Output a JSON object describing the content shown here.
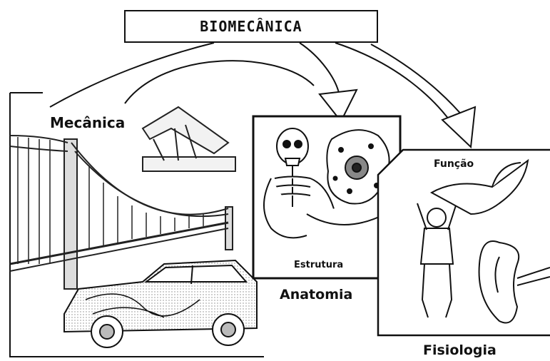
{
  "title": "BIOMECÂNICA",
  "labels": {
    "mechanics": "Mecânica",
    "anatomy": "Anatomia",
    "structure": "Estrutura",
    "function": "Função",
    "physiology": "Fisiologia"
  }
}
